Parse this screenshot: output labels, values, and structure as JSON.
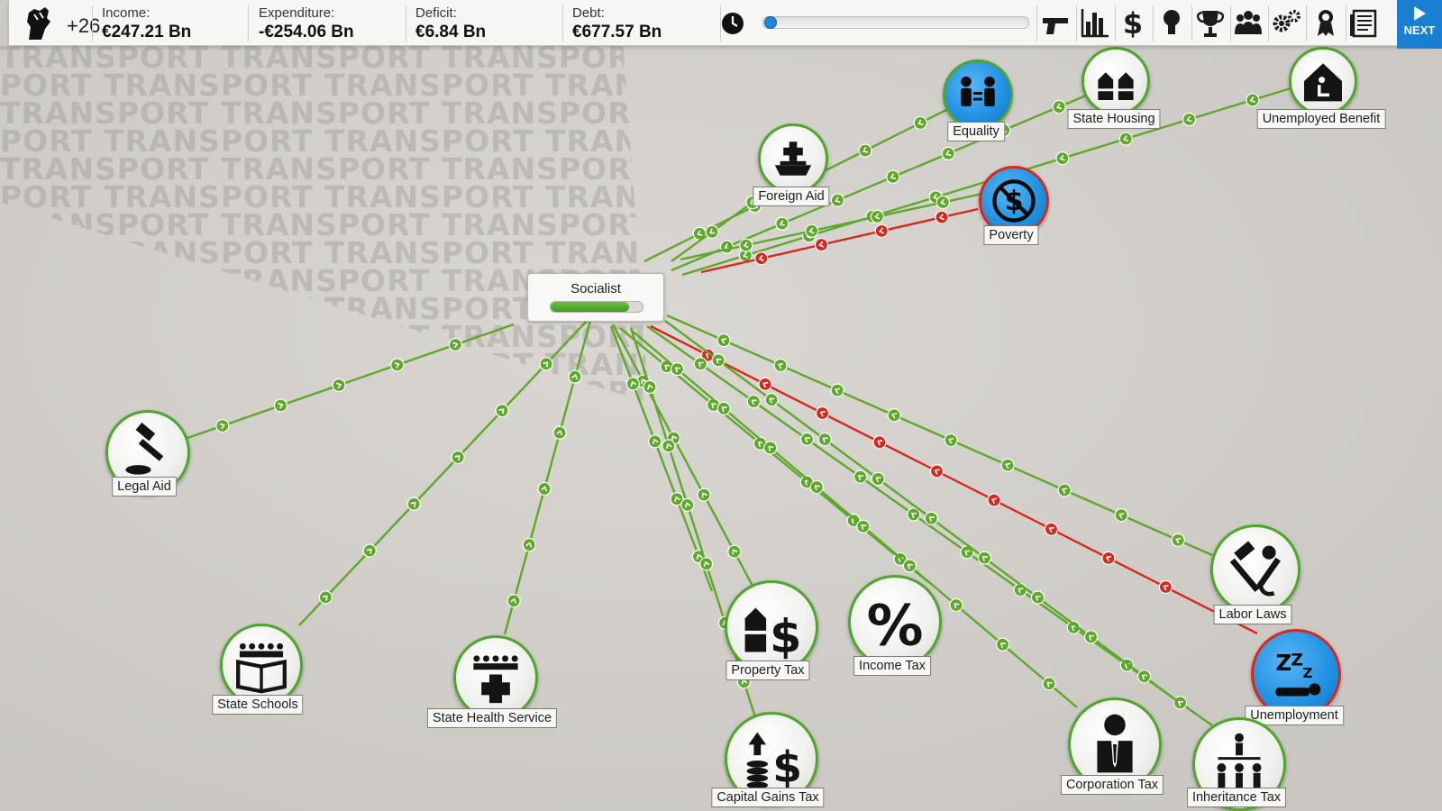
{
  "topbar": {
    "political_capital": "+26",
    "income_label": "Income:",
    "income_value": "€247.21 Bn",
    "expenditure_label": "Expenditure:",
    "expenditure_value": "-€254.06 Bn",
    "deficit_label": "Deficit:",
    "deficit_value": "€6.84 Bn",
    "debt_label": "Debt:",
    "debt_value": "€677.57 Bn",
    "turn_progress": 0.01,
    "tools": [
      "pistol-icon",
      "bar-chart-icon",
      "dollar-icon",
      "lightbulb-icon",
      "trophy-icon",
      "people-icon",
      "gears-icon",
      "award-ribbon-icon",
      "newspaper-icon"
    ],
    "next_label": "NEXT"
  },
  "watermark": {
    "word": "TRANSPORT"
  },
  "socialist": {
    "label": "Socialist",
    "level": 0.85
  },
  "colors": {
    "positive": "#5ea82a",
    "negative": "#d8281e",
    "node_blue": "#1f8fe0",
    "node_ring": "#4ea62a"
  },
  "nodes": [
    {
      "id": "equality",
      "label": "Equality",
      "icon": "equality-icon",
      "kind": "blue"
    },
    {
      "id": "state-housing",
      "label": "State Housing",
      "icon": "houses-icon",
      "kind": "policy"
    },
    {
      "id": "unemployed-benefit",
      "label": "Unemployed Benefit",
      "icon": "house-person-icon",
      "kind": "policy"
    },
    {
      "id": "foreign-aid",
      "label": "Foreign Aid",
      "icon": "aid-ship-icon",
      "kind": "policy"
    },
    {
      "id": "poverty",
      "label": "Poverty",
      "icon": "no-dollar-icon",
      "kind": "blue-bad"
    },
    {
      "id": "legal-aid",
      "label": "Legal Aid",
      "icon": "gavel-icon",
      "kind": "policy"
    },
    {
      "id": "state-schools",
      "label": "State Schools",
      "icon": "book-people-icon",
      "kind": "policy"
    },
    {
      "id": "state-health",
      "label": "State Health Service",
      "icon": "health-cross-icon",
      "kind": "policy"
    },
    {
      "id": "property-tax",
      "label": "Property Tax",
      "icon": "property-dollar-icon",
      "kind": "policy"
    },
    {
      "id": "income-tax",
      "label": "Income Tax",
      "icon": "percent-icon",
      "kind": "policy"
    },
    {
      "id": "labor-laws",
      "label": "Labor Laws",
      "icon": "tools-icon",
      "kind": "policy"
    },
    {
      "id": "unemployment",
      "label": "Unemployment",
      "icon": "sleeping-person-icon",
      "kind": "blue-bad"
    },
    {
      "id": "capital-gains-tax",
      "label": "Capital Gains Tax",
      "icon": "coins-dollar-icon",
      "kind": "policy"
    },
    {
      "id": "corporation-tax",
      "label": "Corporation Tax",
      "icon": "businessman-icon",
      "kind": "policy"
    },
    {
      "id": "inheritance-tax",
      "label": "Inheritance Tax",
      "icon": "family-tree-icon",
      "kind": "policy"
    }
  ],
  "links": [
    {
      "to": "equality",
      "effect": "positive"
    },
    {
      "to": "state-housing",
      "effect": "positive"
    },
    {
      "to": "unemployed-benefit",
      "effect": "positive"
    },
    {
      "to": "foreign-aid",
      "effect": "positive"
    },
    {
      "to": "poverty",
      "effect": "negative"
    },
    {
      "to": "poverty",
      "effect": "positive"
    },
    {
      "to": "legal-aid",
      "effect": "positive"
    },
    {
      "to": "state-schools",
      "effect": "positive"
    },
    {
      "to": "state-health",
      "effect": "positive"
    },
    {
      "to": "property-tax",
      "effect": "positive"
    },
    {
      "to": "property-tax",
      "effect": "positive"
    },
    {
      "to": "income-tax",
      "effect": "positive"
    },
    {
      "to": "labor-laws",
      "effect": "positive"
    },
    {
      "to": "unemployment",
      "effect": "negative"
    },
    {
      "to": "capital-gains-tax",
      "effect": "positive"
    },
    {
      "to": "corporation-tax",
      "effect": "positive"
    },
    {
      "to": "inheritance-tax",
      "effect": "positive"
    },
    {
      "to": "inheritance-tax",
      "effect": "positive"
    }
  ]
}
